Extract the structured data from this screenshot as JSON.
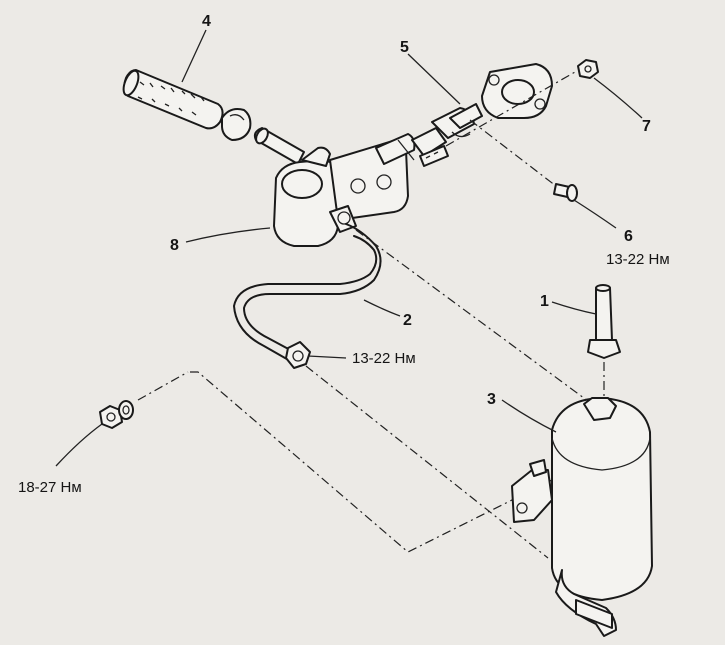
{
  "callouts": {
    "c1": "1",
    "c2": "2",
    "c3": "3",
    "c4": "4",
    "c5": "5",
    "c6": "6",
    "c7": "7",
    "c8": "8"
  },
  "torques": {
    "t_part6": "13-22 Нм",
    "t_pipe_nut": "13-22 Нм",
    "t_mount_nut": "18-27 Нм"
  }
}
